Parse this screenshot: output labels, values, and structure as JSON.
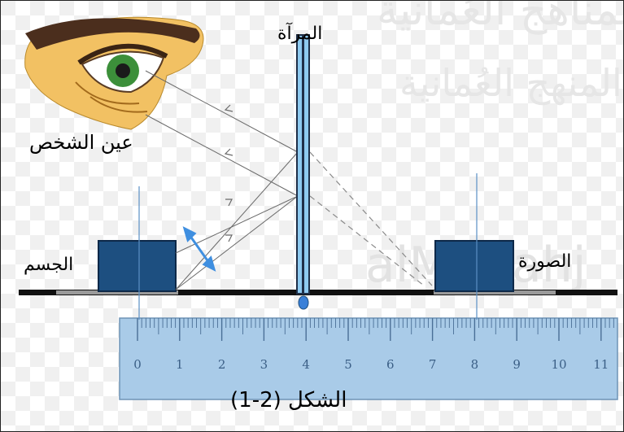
{
  "labels": {
    "mirror": "المرآة",
    "eye": "عين الشخص",
    "object": "الجسم",
    "image": "الصورة",
    "caption": "الشكل (2-1)"
  },
  "watermark": {
    "line1": "المناهج العُمانية",
    "line2": "المنهج العُمانية",
    "line3": "alManahj"
  },
  "ruler": {
    "tick_labels": [
      "0",
      "1",
      "2",
      "3",
      "4",
      "5",
      "6",
      "7",
      "8",
      "9",
      "10",
      "11"
    ]
  },
  "colors": {
    "object_fill": "#1d4f80",
    "mirror_fill": "#8ecaf0",
    "ruler_fill": "#a9cbe8",
    "ground": "#111111",
    "arrow": "#3f8fe0",
    "eye_skin": "#f2c163",
    "iris": "#3c8f3a"
  }
}
